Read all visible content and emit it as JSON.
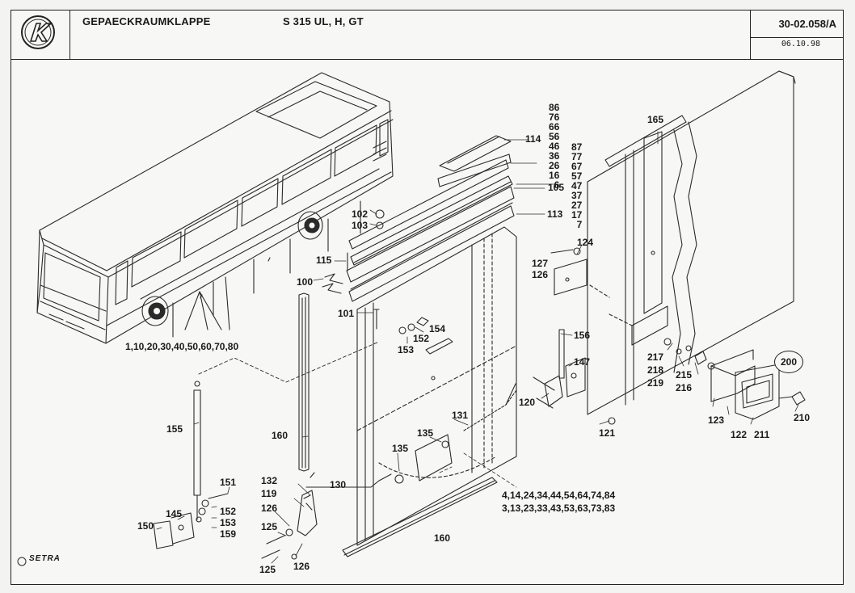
{
  "header": {
    "title": "GEPAECKRAUMKLAPPE",
    "model": "S 315 UL, H, GT",
    "doc_number": "30-02.058/A",
    "date": "06.10.98"
  },
  "brand": {
    "logo_letter": "K",
    "footer_name": "SETRA"
  },
  "callout": "200",
  "stack_left": [
    "86",
    "76",
    "66",
    "56",
    "46",
    "36",
    "26",
    "16",
    "6"
  ],
  "stack_right": [
    "87",
    "77",
    "67",
    "57",
    "47",
    "37",
    "27",
    "17",
    "7"
  ],
  "labels": {
    "l114": "114",
    "l105": "105",
    "l113": "113",
    "l165": "165",
    "l102": "102",
    "l103": "103",
    "l115": "115",
    "l100": "100",
    "l101": "101",
    "l152a": "152",
    "l154": "154",
    "l153a": "153",
    "l124": "124",
    "l127": "127",
    "l126a": "126",
    "l156": "156",
    "l147": "147",
    "l120": "120",
    "l121": "121",
    "l217": "217",
    "l218": "218",
    "l219": "219",
    "l215": "215",
    "l216": "216",
    "l123": "123",
    "l122": "122",
    "l211": "211",
    "l210": "210",
    "l131": "131",
    "l135a": "135",
    "l135b": "135",
    "l155": "155",
    "l160a": "160",
    "l160b": "160",
    "l130": "130",
    "l132": "132",
    "l119": "119",
    "l126b": "126",
    "l125a": "125",
    "l125b": "125",
    "l126c": "126",
    "l151": "151",
    "l152b": "152",
    "l153b": "153",
    "l159": "159",
    "l145": "145",
    "l150": "150",
    "bus_ref": "1,10,20,30,40,50,60,70,80",
    "ref_a": "4,14,24,34,44,54,64,74,84",
    "ref_b": "3,13,23,33,43,53,63,73,83"
  }
}
